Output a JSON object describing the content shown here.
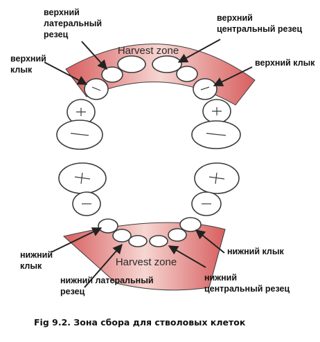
{
  "upper_zone": "Harvest zone",
  "lower_zone": "Harvest zone",
  "labels": {
    "upper_lateral": [
      "верхний",
      "латеральный",
      "резец"
    ],
    "upper_central": [
      "верхний",
      "центральный резец"
    ],
    "upper_canine_left": [
      "верхний",
      "клык"
    ],
    "upper_canine_right": [
      "верхний клык"
    ],
    "lower_canine_left": [
      "нижний",
      "клык"
    ],
    "lower_canine_right": [
      "нижний клык"
    ],
    "lower_lateral": [
      "нижний латеральный",
      "резец"
    ],
    "lower_central": [
      "нижний",
      "центральный резец"
    ]
  },
  "caption": "Fig 9.2. Зона сбора для стволовых клеток",
  "colors": {
    "gum_edge": "#d75f5f",
    "gum_center": "#f6d6d2",
    "outline": "#3b3b3b",
    "arrow": "#222222"
  }
}
